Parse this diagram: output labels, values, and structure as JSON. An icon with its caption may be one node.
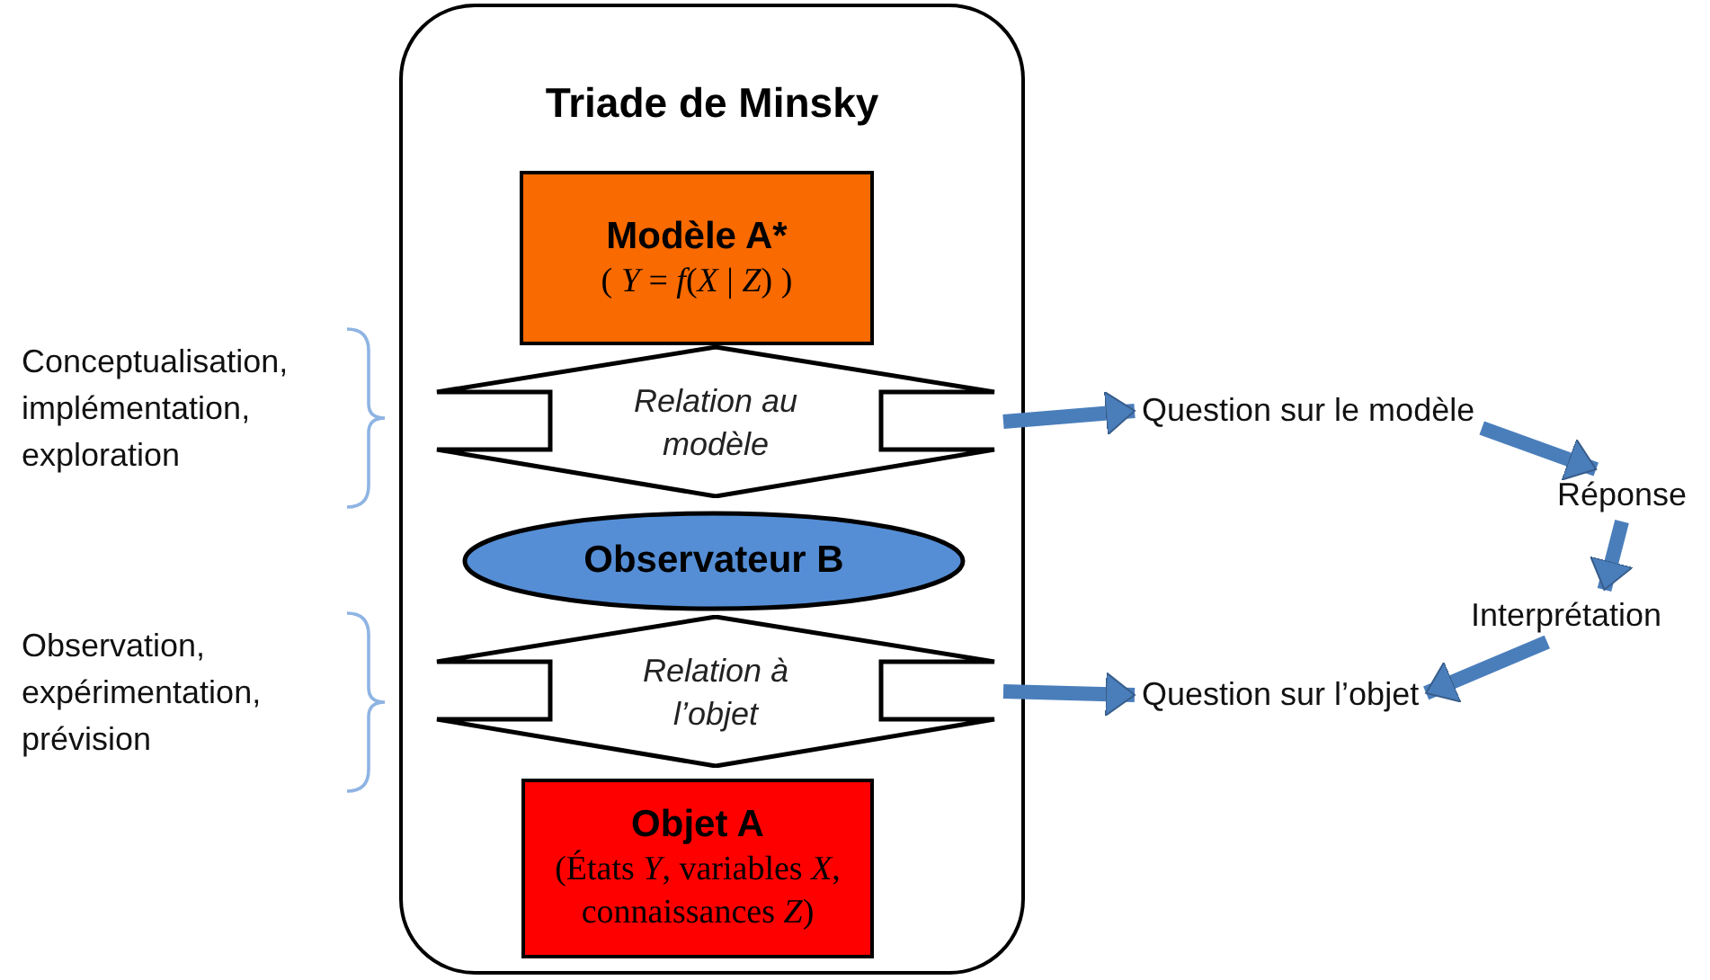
{
  "diagram": {
    "nodes": [
      {
        "text": [
          "Triade de Minsky"
        ]
      },
      {
        "text": [
          "Modèle A*",
          "( *Y* = *f*(*X* | *Z*) )"
        ],
        "in": 0
      },
      {
        "text": [
          "Relation au modèle"
        ],
        "in": 0
      },
      {
        "text": [
          "Observateur B"
        ],
        "in": 0
      },
      {
        "text": [
          "Relation à l’objet"
        ],
        "in": 0
      },
      {
        "text": [
          "Objet A",
          "(États *Y*, variables *X*, connaissances *Z*)"
        ],
        "in": 0
      },
      {
        "text": [
          "Question sur le modèle"
        ]
      },
      {
        "text": [
          "Réponse"
        ]
      },
      {
        "text": [
          "Interprétation"
        ]
      },
      {
        "text": [
          "Question sur l’objet"
        ]
      }
    ],
    "edges": [
      {
        "from": 2,
        "to": 6,
        "arrow": "to"
      },
      {
        "from": 6,
        "to": 7,
        "arrow": "to"
      },
      {
        "from": 7,
        "to": 8,
        "arrow": "to"
      },
      {
        "from": 8,
        "to": 9,
        "arrow": "to"
      },
      {
        "from": 4,
        "to": 9,
        "arrow": "to"
      }
    ],
    "labels": [
      "Conceptualisation, implémentation, exploration",
      "Observation, expérimentation, prévision"
    ]
  }
}
